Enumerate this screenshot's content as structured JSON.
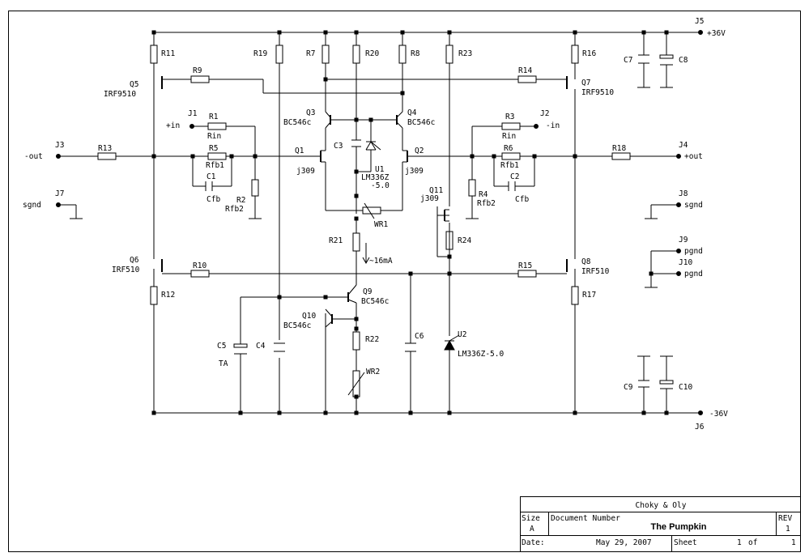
{
  "components": {
    "R1": {
      "ref": "R1",
      "value": "Rin"
    },
    "R2": {
      "ref": "R2",
      "value": "Rfb2"
    },
    "R3": {
      "ref": "R3",
      "value": "Rin"
    },
    "R4": {
      "ref": "R4",
      "value": "Rfb2"
    },
    "R5": {
      "ref": "R5",
      "value": "Rfb1"
    },
    "R6": {
      "ref": "R6",
      "value": "Rfb1"
    },
    "R7": {
      "ref": "R7"
    },
    "R8": {
      "ref": "R8"
    },
    "R9": {
      "ref": "R9"
    },
    "R10": {
      "ref": "R10"
    },
    "R11": {
      "ref": "R11"
    },
    "R12": {
      "ref": "R12"
    },
    "R13": {
      "ref": "R13"
    },
    "R14": {
      "ref": "R14"
    },
    "R15": {
      "ref": "R15"
    },
    "R16": {
      "ref": "R16"
    },
    "R17": {
      "ref": "R17"
    },
    "R18": {
      "ref": "R18"
    },
    "R19": {
      "ref": "R19"
    },
    "R20": {
      "ref": "R20"
    },
    "R21": {
      "ref": "R21"
    },
    "R22": {
      "ref": "R22"
    },
    "R23": {
      "ref": "R23"
    },
    "R24": {
      "ref": "R24"
    },
    "C1": {
      "ref": "C1",
      "value": "Cfb"
    },
    "C2": {
      "ref": "C2",
      "value": "Cfb"
    },
    "C3": {
      "ref": "C3"
    },
    "C4": {
      "ref": "C4"
    },
    "C5": {
      "ref": "C5",
      "value": "TA"
    },
    "C6": {
      "ref": "C6"
    },
    "C7": {
      "ref": "C7"
    },
    "C8": {
      "ref": "C8"
    },
    "C9": {
      "ref": "C9"
    },
    "C10": {
      "ref": "C10"
    },
    "Q1": {
      "ref": "Q1",
      "value": "j309"
    },
    "Q2": {
      "ref": "Q2",
      "value": "j309"
    },
    "Q3": {
      "ref": "Q3",
      "value": "BC546c"
    },
    "Q4": {
      "ref": "Q4",
      "value": "BC546c"
    },
    "Q5": {
      "ref": "Q5",
      "value": "IRF9510"
    },
    "Q6": {
      "ref": "Q6",
      "value": "IRF510"
    },
    "Q7": {
      "ref": "Q7",
      "value": "IRF9510"
    },
    "Q8": {
      "ref": "Q8",
      "value": "IRF510"
    },
    "Q9": {
      "ref": "Q9",
      "value": "BC546c"
    },
    "Q10": {
      "ref": "Q10",
      "value": "BC546c"
    },
    "Q11": {
      "ref": "Q11",
      "value": "j309"
    },
    "U1": {
      "ref": "U1",
      "value": "LM336Z",
      "value2": "-5.0"
    },
    "U2": {
      "ref": "U2",
      "value": "LM336Z-5.0"
    },
    "WR1": {
      "ref": "WR1"
    },
    "WR2": {
      "ref": "WR2"
    }
  },
  "connectors": {
    "J1": {
      "ref": "J1",
      "net": "+in"
    },
    "J2": {
      "ref": "J2",
      "net": "-in"
    },
    "J3": {
      "ref": "J3",
      "net": "-out"
    },
    "J4": {
      "ref": "J4",
      "net": "+out"
    },
    "J5": {
      "ref": "J5",
      "net": "+36V"
    },
    "J6": {
      "ref": "J6",
      "net": "-36V"
    },
    "J7": {
      "ref": "J7",
      "net": "sgnd"
    },
    "J8": {
      "ref": "J8",
      "net": "sgnd"
    },
    "J9": {
      "ref": "J9",
      "net": "pgnd"
    },
    "J10": {
      "ref": "J10",
      "net": "pgnd"
    }
  },
  "annotations": {
    "current": "~16mA"
  },
  "title_block": {
    "company": "Choky & Oly",
    "size_label": "Size",
    "size_value": "A",
    "docnum_label": "Document Number",
    "title": "The Pumpkin",
    "rev_label": "REV",
    "rev_value": "1",
    "date_label": "Date:",
    "date_value": "May 29, 2007",
    "sheet_label": "Sheet",
    "sheet_value": "1",
    "sheet_of": "of",
    "sheet_total": "1"
  }
}
